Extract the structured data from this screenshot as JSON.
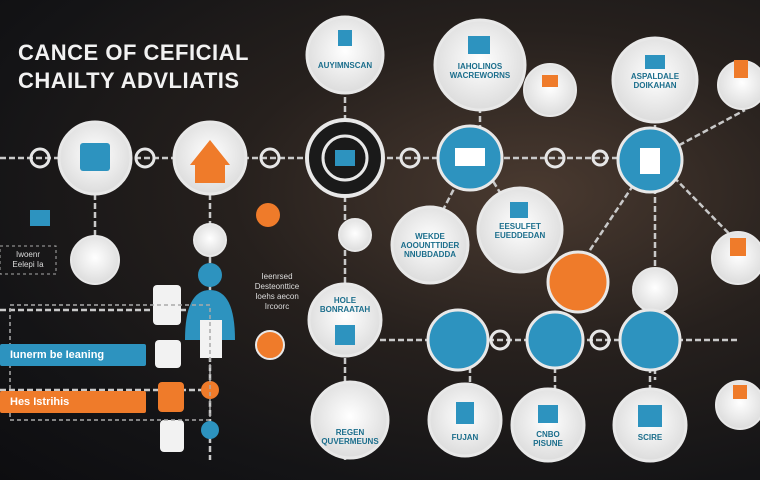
{
  "title": {
    "line1": "CANCE OF CEFICIAL",
    "line2": "CHAILTY ADVLIATIS"
  },
  "colors": {
    "orange": "#ef7b2a",
    "blue": "#2d93bf",
    "white": "#f4f4f4",
    "chain": "#bfbfbf"
  },
  "badges": [
    {
      "text": "Iunerm be Ieaning",
      "color": "#2d93bf"
    },
    {
      "text": "Hes Istrihis",
      "color": "#ef7b2a"
    }
  ],
  "chips": [
    {
      "text": "Iwoenr\nEelepi Ia"
    },
    {
      "text": "Ieenrsed\nDesteonttice\nIoehs aecon\nIrcoorc"
    }
  ],
  "nodes": [
    {
      "name": "node-top-1",
      "label": "AUYIMNSCAN"
    },
    {
      "name": "node-top-2",
      "label": "IAHOLINOS\nWACREWORNS"
    },
    {
      "name": "node-top-3",
      "label": "ASPALDALE\nDOIKAHAN"
    },
    {
      "name": "node-mid-1",
      "label": "WEKDE\nAOOUNTTIDER\nNNUBDADDA"
    },
    {
      "name": "node-mid-2",
      "label": "EESULFET\nEUEDDEDAN"
    },
    {
      "name": "node-low-1",
      "label": "HOLE\nBONRAATAH"
    },
    {
      "name": "node-bot-1",
      "label": "REGEN\nQUVERMEUNS"
    },
    {
      "name": "node-bot-2",
      "label": "FUJAN"
    },
    {
      "name": "node-bot-3",
      "label": "CNBO\nPISUNE"
    },
    {
      "name": "node-bot-4",
      "label": "SCIRE"
    }
  ]
}
